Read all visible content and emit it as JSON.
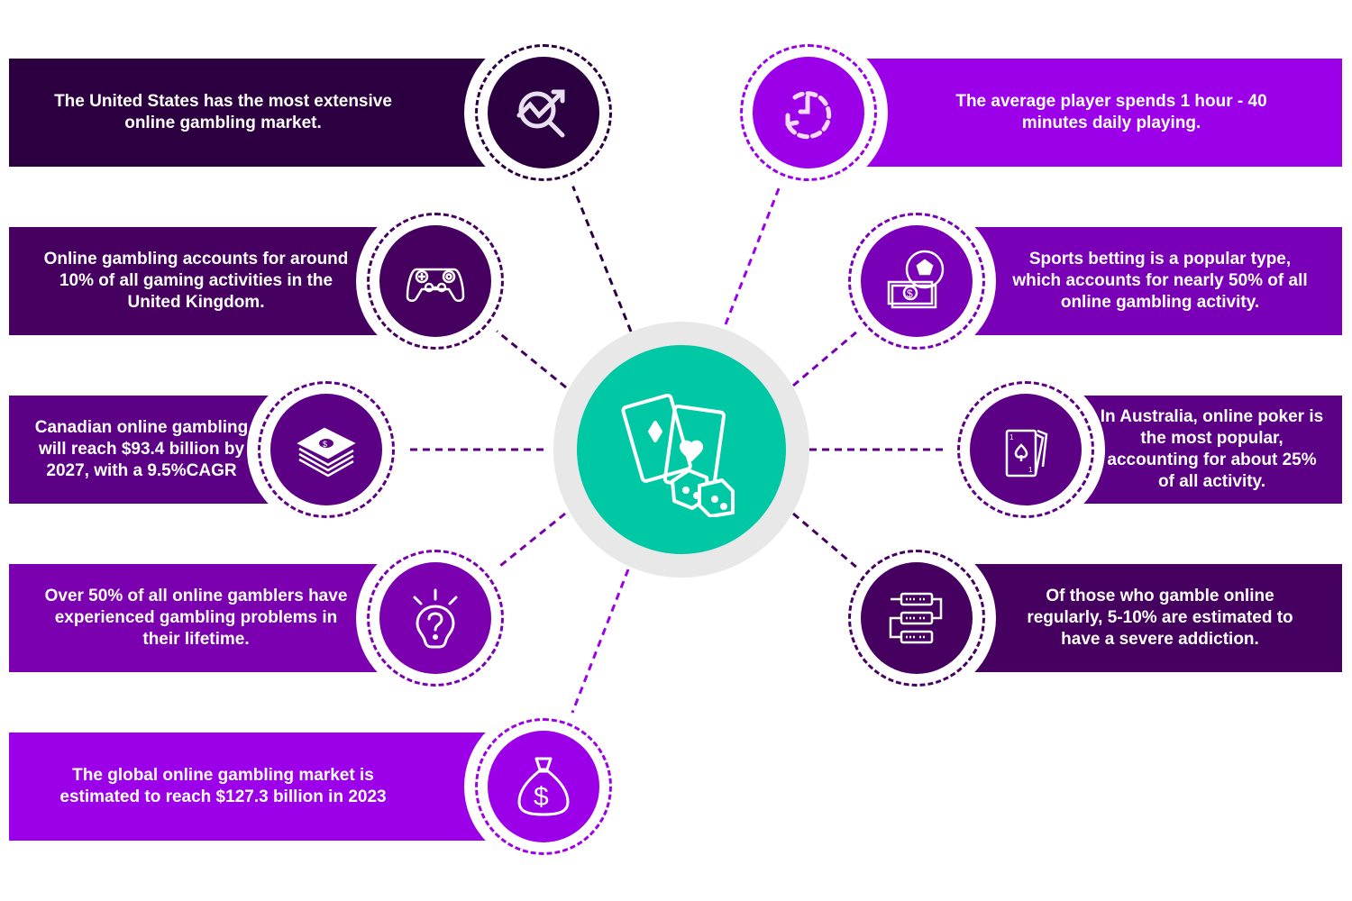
{
  "center": {
    "color": "#00c7a4",
    "ring_color": "#e8e8e8",
    "icon": "cards-and-dice-icon"
  },
  "items": [
    {
      "id": "l1",
      "side": "left",
      "color": "#2c0040",
      "icon": "chart-search-icon",
      "lines": [
        "The United States has the most extensive",
        "online gambling market."
      ]
    },
    {
      "id": "l2",
      "side": "left",
      "color": "#46005f",
      "icon": "gamepad-icon",
      "lines": [
        "Online gambling accounts for around",
        "10% of all gaming activities in the",
        "United Kingdom."
      ]
    },
    {
      "id": "l3",
      "side": "left",
      "color": "#5c0085",
      "icon": "money-stack-icon",
      "lines": [
        "Canadian online gambling",
        "will reach $93.4 billion by",
        "2027, with a 9.5%CAGR"
      ]
    },
    {
      "id": "l4",
      "side": "left",
      "color": "#7a00b0",
      "icon": "lightbulb-question-icon",
      "lines": [
        "Over 50% of all online gamblers have",
        "experienced gambling problems in",
        "their lifetime."
      ]
    },
    {
      "id": "l5",
      "side": "left",
      "color": "#9b00e8",
      "icon": "money-bag-icon",
      "lines": [
        "The global online gambling market is",
        "estimated to reach $127.3 billion in 2023"
      ]
    },
    {
      "id": "r1",
      "side": "right",
      "color": "#9b00e8",
      "icon": "clock-refresh-icon",
      "lines": [
        "The average player spends 1 hour - 40",
        "minutes daily playing."
      ]
    },
    {
      "id": "r2",
      "side": "right",
      "color": "#7a00b8",
      "icon": "football-money-icon",
      "lines": [
        "Sports betting is a popular type,",
        "which accounts for nearly 50% of all",
        "online gambling activity."
      ]
    },
    {
      "id": "r3",
      "side": "right",
      "color": "#5c0085",
      "icon": "playing-cards-icon",
      "lines": [
        "In Australia, online poker is",
        "the most popular,",
        "accounting for about 25%",
        "of all activity."
      ]
    },
    {
      "id": "r4",
      "side": "right",
      "color": "#46005f",
      "icon": "workflow-icon",
      "lines": [
        "Of those who gamble online",
        "regularly, 5-10% are estimated to",
        "have a severe addiction."
      ]
    }
  ]
}
